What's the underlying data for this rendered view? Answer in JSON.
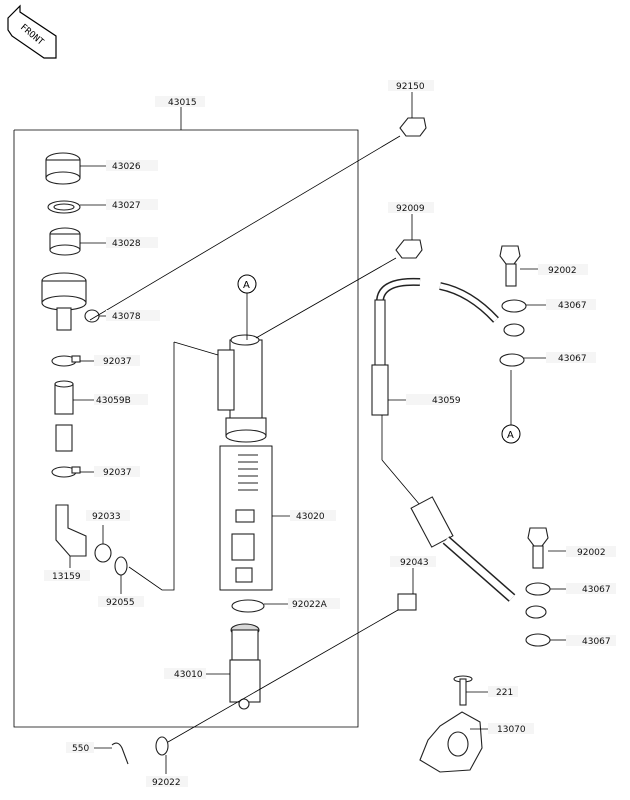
{
  "orientation_badge": "FRONT",
  "callout_letter": "A",
  "labels": {
    "assembly_master_cylinder": "43015",
    "reservoir_cap": "43026",
    "diaphragm_plate": "43027",
    "diaphragm": "43028",
    "reservoir": "43078",
    "clamp_upper": "92037",
    "hose_reservoir": "43059B",
    "clamp_lower": "92037",
    "spring_band": "92033",
    "fitting": "13159",
    "o_ring": "92055",
    "piston_kit": "43020",
    "circlip": "92022A",
    "bolt_reservoir": "92150",
    "bolt_master": "92009",
    "banjo_bolt_upper": "92002",
    "washer_upper_a": "43067",
    "washer_upper_b": "43067",
    "brake_hose": "43059",
    "banjo_bolt_lower": "92002",
    "washer_lower_a": "43067",
    "washer_lower_b": "43067",
    "pin": "92043",
    "push_rod": "43010",
    "cotter_pin": "550",
    "washer_pushrod": "92022",
    "screw_221": "221",
    "bracket": "13070"
  }
}
